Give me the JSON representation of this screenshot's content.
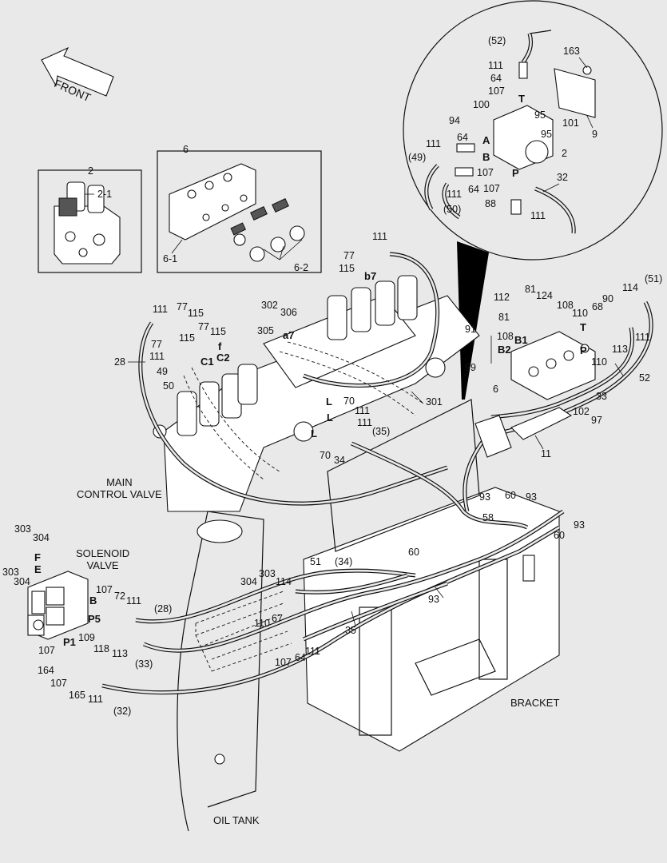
{
  "captions": {
    "front": "FRONT",
    "main_control_valve_line1": "MAIN",
    "main_control_valve_line2": "CONTROL VALVE",
    "solenoid_valve_line1": "SOLENOID",
    "solenoid_valve_line2": "VALVE",
    "bracket": "BRACKET",
    "oil_tank": "OIL TANK"
  },
  "callouts": {
    "c2_top": "2",
    "c2_1": "2-1",
    "c6_top": "6",
    "c6_1": "6-1",
    "c6_2": "6-2",
    "d52": "(52)",
    "d111a": "111",
    "d64a": "64",
    "d107a": "107",
    "dT": "T",
    "d163": "163",
    "d100": "100",
    "d94": "94",
    "d64b": "64",
    "dA": "A",
    "d95": "95",
    "d101": "101",
    "d9": "9",
    "d111b": "111",
    "d49": "(49)",
    "dB": "B",
    "d107b": "107",
    "d2": "2",
    "d111c": "111",
    "d64c": "64",
    "d107c": "107",
    "dP": "P",
    "d32": "32",
    "d50": "(50)",
    "d88": "88",
    "d111d": "111",
    "m111": "111",
    "m77a": "77",
    "m115a": "115",
    "mb7": "b7",
    "m111b": "111",
    "m77b": "77",
    "m115b": "115",
    "m77c": "77",
    "m115c": "115",
    "m115d": "115",
    "m77d": "77",
    "mf": "f",
    "m111c": "111",
    "mC1": "C1",
    "mC2": "C2",
    "m28": "28",
    "m49": "49",
    "m50": "50",
    "m302": "302",
    "m306": "306",
    "m305": "305",
    "ma7": "a7",
    "m112": "112",
    "m81a": "81",
    "m124": "124",
    "m81b": "81",
    "m108a": "108",
    "m108b": "108",
    "m91": "91",
    "mB2": "B2",
    "mB1": "B1",
    "m99": "99",
    "m6": "6",
    "m114": "114",
    "m51": "(51)",
    "m90": "90",
    "m68": "68",
    "m110a": "110",
    "mT": "T",
    "mP": "P",
    "m110b": "110",
    "m113": "113",
    "m111d": "111",
    "m52": "52",
    "m33": "33",
    "m102": "102",
    "m97": "97",
    "m11": "11",
    "m301": "301",
    "mL1": "L",
    "m70a": "70",
    "m111e": "111",
    "mL2": "L",
    "m111f": "111",
    "mL3": "L",
    "m35a": "(35)",
    "m70b": "70",
    "m34a": "34",
    "m93a": "93",
    "m58": "58",
    "m60a": "60",
    "m93b": "93",
    "m60b": "60",
    "m93c": "93",
    "m60c": "60",
    "m93d": "93",
    "s303a": "303",
    "s304a": "304",
    "sF": "F",
    "s303b": "303",
    "sE": "E",
    "s304b": "304",
    "sB": "B",
    "s107a": "107",
    "s72": "72",
    "s111a": "111",
    "s28": "(28)",
    "sP5": "P5",
    "s109": "109",
    "s118": "118",
    "s113": "113",
    "s33": "(33)",
    "sP1": "P1",
    "s107b": "107",
    "s164": "164",
    "s107c": "107",
    "s165": "165",
    "s111b": "111",
    "s32": "(32)",
    "b304": "304",
    "b303": "303",
    "b114": "114",
    "b51": "51",
    "b34": "(34)",
    "b110": "110",
    "b67": "67",
    "b35": "35",
    "b107": "107",
    "b64": "64",
    "b111": "111"
  }
}
